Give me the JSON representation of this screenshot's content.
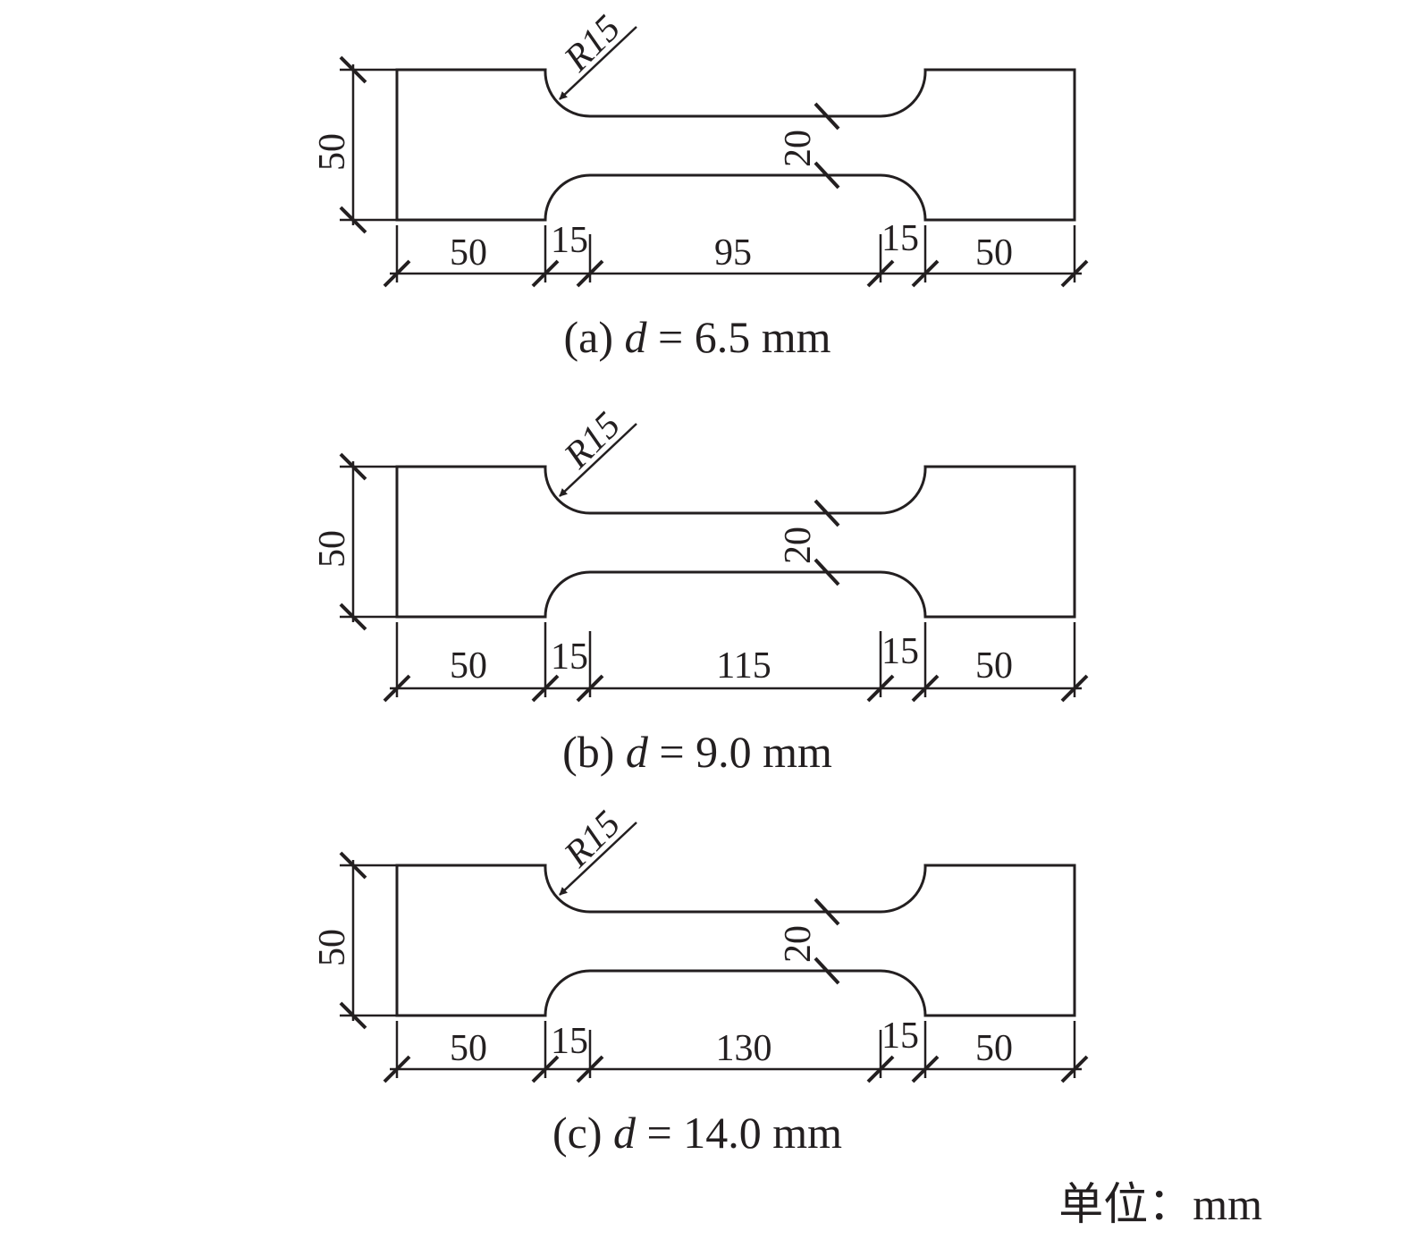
{
  "figures": [
    {
      "radius_label": "R15",
      "height_label": "50",
      "neck_label": "20",
      "dims": [
        "50",
        "15",
        "95",
        "15",
        "50"
      ],
      "caption": {
        "prefix": "(a) ",
        "var": "d",
        "rest": " = 6.5 mm"
      }
    },
    {
      "radius_label": "R15",
      "height_label": "50",
      "neck_label": "20",
      "dims": [
        "50",
        "15",
        "115",
        "15",
        "50"
      ],
      "caption": {
        "prefix": "(b) ",
        "var": "d",
        "rest": " = 9.0 mm"
      }
    },
    {
      "radius_label": "R15",
      "height_label": "50",
      "neck_label": "20",
      "dims": [
        "50",
        "15",
        "130",
        "15",
        "50"
      ],
      "caption": {
        "prefix": "(c) ",
        "var": "d",
        "rest": " = 14.0 mm"
      }
    }
  ],
  "unit_note": "单位：mm",
  "colors": {
    "ink": "#231f20",
    "background": "#ffffff"
  }
}
